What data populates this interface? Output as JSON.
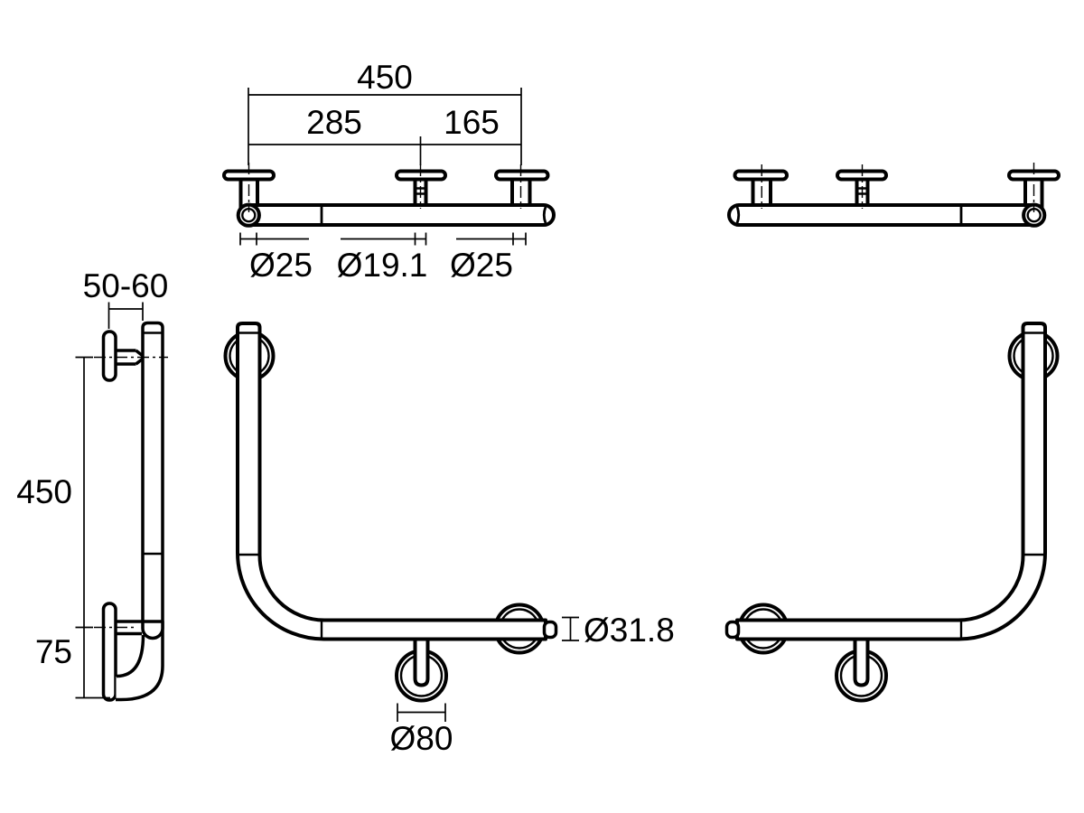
{
  "colors": {
    "ink": "#000000",
    "paper": "#ffffff"
  },
  "views": {
    "plan_left": {
      "dims": {
        "overall_length": "450",
        "segment_left": "285",
        "segment_right": "165",
        "dia_post_left": "Ø25",
        "dia_post_middle": "Ø19.1",
        "dia_post_right": "Ø25"
      }
    },
    "side": {
      "dims": {
        "wall_offset": "50-60",
        "vertical_span": "450",
        "bottom_offset": "75"
      }
    },
    "front_left": {
      "dims": {
        "tube_diameter": "Ø31.8",
        "flange_diameter": "Ø80"
      }
    }
  }
}
